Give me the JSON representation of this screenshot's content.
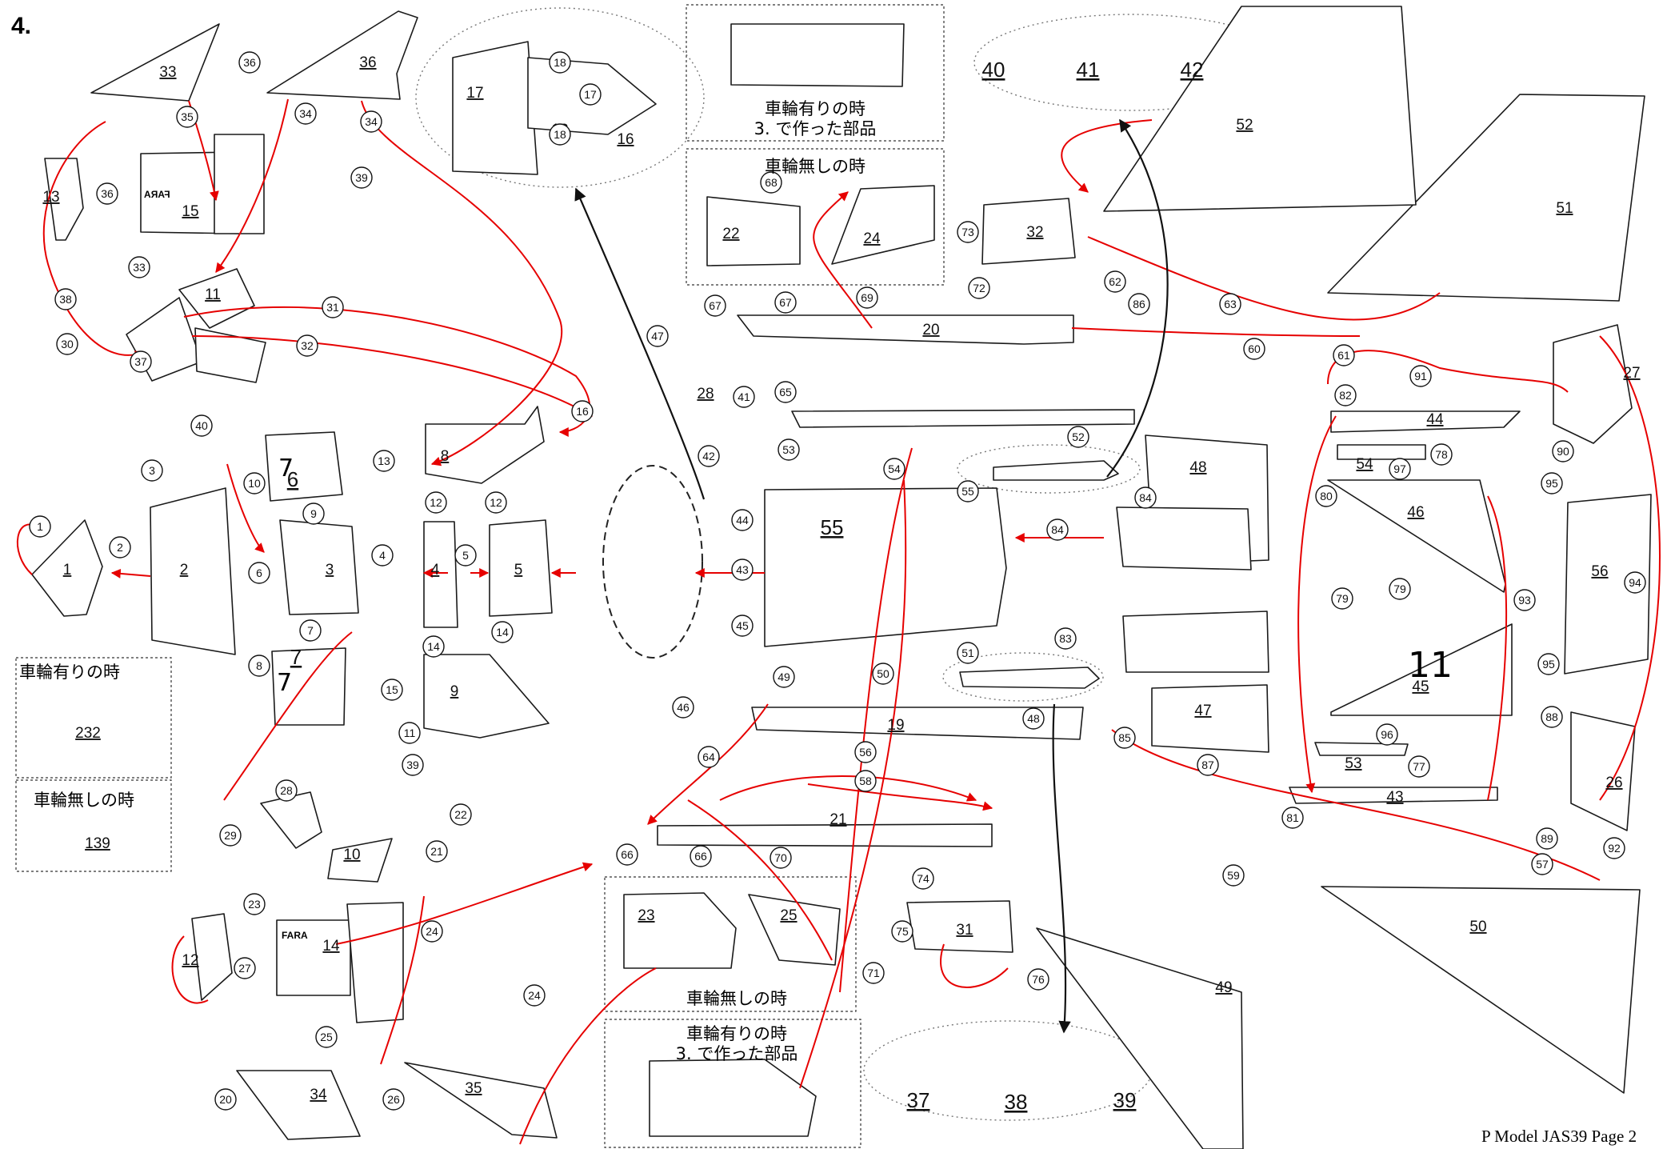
{
  "step_title": "4.",
  "footer": "P Model JAS39 Page 2",
  "notes": {
    "with_wheels": "車輪有りの時",
    "without_wheels": "車輪無しの時",
    "made_in_step3": "3. で作った部品"
  },
  "markings": {
    "fara": "FARA",
    "seven": "7",
    "eleven": "11"
  },
  "parts": [
    {
      "id": "p1",
      "label": "1"
    },
    {
      "id": "p2",
      "label": "2"
    },
    {
      "id": "p3",
      "label": "3"
    },
    {
      "id": "p4",
      "label": "4"
    },
    {
      "id": "p5",
      "label": "5"
    },
    {
      "id": "p6",
      "label": "6"
    },
    {
      "id": "p7",
      "label": "7"
    },
    {
      "id": "p8",
      "label": "8"
    },
    {
      "id": "p9",
      "label": "9"
    },
    {
      "id": "p10",
      "label": "10"
    },
    {
      "id": "p11",
      "label": "11"
    },
    {
      "id": "p12",
      "label": "12"
    },
    {
      "id": "p13",
      "label": "13"
    },
    {
      "id": "p14",
      "label": "14"
    },
    {
      "id": "p15",
      "label": "15"
    },
    {
      "id": "p16",
      "label": "16"
    },
    {
      "id": "p17",
      "label": "17"
    },
    {
      "id": "p18",
      "label": "18"
    },
    {
      "id": "p18b",
      "label": "18"
    },
    {
      "id": "p20",
      "label": "20"
    },
    {
      "id": "p19",
      "label": "19"
    },
    {
      "id": "p21",
      "label": "21"
    },
    {
      "id": "p22",
      "label": "22"
    },
    {
      "id": "p23",
      "label": "23"
    },
    {
      "id": "p24",
      "label": "24"
    },
    {
      "id": "p25",
      "label": "25"
    },
    {
      "id": "p26",
      "label": "26"
    },
    {
      "id": "p27",
      "label": "27"
    },
    {
      "id": "p28",
      "label": "28"
    },
    {
      "id": "p31",
      "label": "31"
    },
    {
      "id": "p32",
      "label": "32"
    },
    {
      "id": "p33",
      "label": "33"
    },
    {
      "id": "p34",
      "label": "34"
    },
    {
      "id": "p35",
      "label": "35"
    },
    {
      "id": "p36",
      "label": "36"
    },
    {
      "id": "p37",
      "label": "37"
    },
    {
      "id": "p38",
      "label": "38"
    },
    {
      "id": "p39",
      "label": "39"
    },
    {
      "id": "p40",
      "label": "40"
    },
    {
      "id": "p41",
      "label": "41"
    },
    {
      "id": "p42",
      "label": "42"
    },
    {
      "id": "p43",
      "label": "43"
    },
    {
      "id": "p44",
      "label": "44"
    },
    {
      "id": "p45",
      "label": "45"
    },
    {
      "id": "p46",
      "label": "46"
    },
    {
      "id": "p47",
      "label": "47"
    },
    {
      "id": "p48",
      "label": "48"
    },
    {
      "id": "p49",
      "label": "49"
    },
    {
      "id": "p50",
      "label": "50"
    },
    {
      "id": "p51",
      "label": "51"
    },
    {
      "id": "p52",
      "label": "52"
    },
    {
      "id": "p53",
      "label": "53"
    },
    {
      "id": "p54",
      "label": "54"
    },
    {
      "id": "p55",
      "label": "55"
    },
    {
      "id": "p56",
      "label": "56"
    },
    {
      "id": "p139",
      "label": "139"
    },
    {
      "id": "p232",
      "label": "232"
    }
  ],
  "glue_tabs": [
    {
      "id": "c1",
      "label": "1"
    },
    {
      "id": "c2",
      "label": "2"
    },
    {
      "id": "c3",
      "label": "3"
    },
    {
      "id": "c4",
      "label": "4"
    },
    {
      "id": "c5",
      "label": "5"
    },
    {
      "id": "c6",
      "label": "6"
    },
    {
      "id": "c7",
      "label": "7"
    },
    {
      "id": "c8",
      "label": "8"
    },
    {
      "id": "c9",
      "label": "9"
    },
    {
      "id": "c10",
      "label": "10"
    },
    {
      "id": "c11",
      "label": "11"
    },
    {
      "id": "c12a",
      "label": "12"
    },
    {
      "id": "c12b",
      "label": "12"
    },
    {
      "id": "c13",
      "label": "13"
    },
    {
      "id": "c14a",
      "label": "14"
    },
    {
      "id": "c14b",
      "label": "14"
    },
    {
      "id": "c15",
      "label": "15"
    },
    {
      "id": "c16",
      "label": "16"
    },
    {
      "id": "c17",
      "label": "17"
    },
    {
      "id": "c18a",
      "label": "18"
    },
    {
      "id": "c18b",
      "label": "18"
    },
    {
      "id": "c20",
      "label": "20"
    },
    {
      "id": "c21",
      "label": "21"
    },
    {
      "id": "c22",
      "label": "22"
    },
    {
      "id": "c23",
      "label": "23"
    },
    {
      "id": "c24a",
      "label": "24"
    },
    {
      "id": "c24b",
      "label": "24"
    },
    {
      "id": "c25",
      "label": "25"
    },
    {
      "id": "c26",
      "label": "26"
    },
    {
      "id": "c27",
      "label": "27"
    },
    {
      "id": "c28",
      "label": "28"
    },
    {
      "id": "c29",
      "label": "29"
    },
    {
      "id": "c30",
      "label": "30"
    },
    {
      "id": "c31",
      "label": "31"
    },
    {
      "id": "c32",
      "label": "32"
    },
    {
      "id": "c33",
      "label": "33"
    },
    {
      "id": "c34a",
      "label": "34"
    },
    {
      "id": "c34b",
      "label": "34"
    },
    {
      "id": "c35",
      "label": "35"
    },
    {
      "id": "c36a",
      "label": "36"
    },
    {
      "id": "c36b",
      "label": "36"
    },
    {
      "id": "c37",
      "label": "37"
    },
    {
      "id": "c38",
      "label": "38"
    },
    {
      "id": "c39a",
      "label": "39"
    },
    {
      "id": "c39b",
      "label": "39"
    },
    {
      "id": "c40",
      "label": "40"
    },
    {
      "id": "c41",
      "label": "41"
    },
    {
      "id": "c42",
      "label": "42"
    },
    {
      "id": "c43",
      "label": "43"
    },
    {
      "id": "c44",
      "label": "44"
    },
    {
      "id": "c45",
      "label": "45"
    },
    {
      "id": "c46",
      "label": "46"
    },
    {
      "id": "c47",
      "label": "47"
    },
    {
      "id": "c48",
      "label": "48"
    },
    {
      "id": "c49",
      "label": "49"
    },
    {
      "id": "c50",
      "label": "50"
    },
    {
      "id": "c51",
      "label": "51"
    },
    {
      "id": "c52",
      "label": "52"
    },
    {
      "id": "c53",
      "label": "53"
    },
    {
      "id": "c54",
      "label": "54"
    },
    {
      "id": "c55",
      "label": "55"
    },
    {
      "id": "c56",
      "label": "56"
    },
    {
      "id": "c57",
      "label": "57"
    },
    {
      "id": "c58",
      "label": "58"
    },
    {
      "id": "c59",
      "label": "59"
    },
    {
      "id": "c60",
      "label": "60"
    },
    {
      "id": "c61",
      "label": "61"
    },
    {
      "id": "c62",
      "label": "62"
    },
    {
      "id": "c63",
      "label": "63"
    },
    {
      "id": "c64",
      "label": "64"
    },
    {
      "id": "c65",
      "label": "65"
    },
    {
      "id": "c66a",
      "label": "66"
    },
    {
      "id": "c66b",
      "label": "66"
    },
    {
      "id": "c67a",
      "label": "67"
    },
    {
      "id": "c67b",
      "label": "67"
    },
    {
      "id": "c68",
      "label": "68"
    },
    {
      "id": "c69",
      "label": "69"
    },
    {
      "id": "c70",
      "label": "70"
    },
    {
      "id": "c71",
      "label": "71"
    },
    {
      "id": "c72",
      "label": "72"
    },
    {
      "id": "c73",
      "label": "73"
    },
    {
      "id": "c74",
      "label": "74"
    },
    {
      "id": "c75",
      "label": "75"
    },
    {
      "id": "c76",
      "label": "76"
    },
    {
      "id": "c77",
      "label": "77"
    },
    {
      "id": "c78",
      "label": "78"
    },
    {
      "id": "c79a",
      "label": "79"
    },
    {
      "id": "c79b",
      "label": "79"
    },
    {
      "id": "c80",
      "label": "80"
    },
    {
      "id": "c81",
      "label": "81"
    },
    {
      "id": "c82",
      "label": "82"
    },
    {
      "id": "c83",
      "label": "83"
    },
    {
      "id": "c84a",
      "label": "84"
    },
    {
      "id": "c84b",
      "label": "84"
    },
    {
      "id": "c85",
      "label": "85"
    },
    {
      "id": "c86",
      "label": "86"
    },
    {
      "id": "c87",
      "label": "87"
    },
    {
      "id": "c88",
      "label": "88"
    },
    {
      "id": "c89",
      "label": "89"
    },
    {
      "id": "c90",
      "label": "90"
    },
    {
      "id": "c91",
      "label": "91"
    },
    {
      "id": "c92",
      "label": "92"
    },
    {
      "id": "c93",
      "label": "93"
    },
    {
      "id": "c94",
      "label": "94"
    },
    {
      "id": "c95a",
      "label": "95"
    },
    {
      "id": "c95b",
      "label": "95"
    },
    {
      "id": "c96",
      "label": "96"
    },
    {
      "id": "c97",
      "label": "97"
    }
  ],
  "colors": {
    "line": "#1a1a1a",
    "glue_arrow": "#e60000",
    "fold_line": "#1a3cc8",
    "dotted_ring": "#777777"
  }
}
